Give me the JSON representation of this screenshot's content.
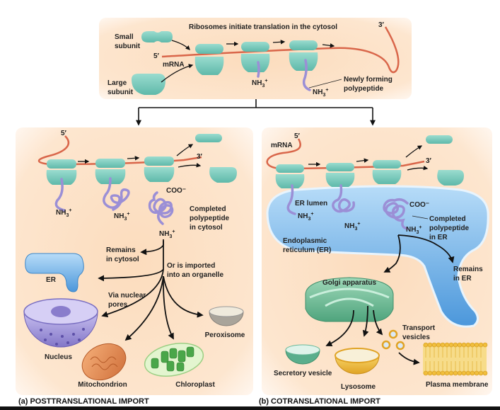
{
  "colors": {
    "panel_bg": "#fde6cf",
    "ribosome": "#7fcfc4",
    "ribosome_dark": "#4fae9f",
    "mrna": "#d9664a",
    "polypeptide": "#9b8fd6",
    "er_blue": "#5fa8e6",
    "er_light": "#a9d3f5",
    "golgi": "#5fb78f",
    "golgi_light": "#a5dcc0",
    "lysosome": "#f3c44a",
    "nucleus": "#9b8fd6",
    "mitochondrion": "#e9955a",
    "chloroplast": "#6fc36a",
    "peroxisome": "#a9a49a",
    "arrow": "#111111"
  },
  "top_panel": {
    "title": "Ribosomes initiate translation in the cytosol",
    "small_subunit": [
      "Small",
      "subunit"
    ],
    "large_subunit": [
      "Large",
      "subunit"
    ],
    "five_prime": "5′",
    "three_prime": "3′",
    "mrna": "mRNA",
    "nh3": "NH",
    "nh3_sub": "3",
    "nh3_sup": "+",
    "newly_forming": [
      "Newly forming",
      "polypeptide"
    ]
  },
  "panel_a": {
    "five_prime": "5′",
    "three_prime": "3′",
    "coo": "COO⁻",
    "completed": [
      "Completed",
      "polypeptide",
      "in cytosol"
    ],
    "remains": [
      "Remains",
      "in cytosol"
    ],
    "imported": [
      "Or is imported",
      "into an organelle"
    ],
    "er": "ER",
    "nuclear_pores": [
      "Via nuclear",
      "pores"
    ],
    "nucleus": "Nucleus",
    "mitochondrion": "Mitochondrion",
    "chloroplast": "Chloroplast",
    "peroxisome": "Peroxisome",
    "caption_prefix": "(a)",
    "caption": "POSTTRANSLATIONAL IMPORT"
  },
  "panel_b": {
    "five_prime": "5′",
    "three_prime": "3′",
    "mrna": "mRNA",
    "er_lumen": "ER lumen",
    "coo": "COO⁻",
    "completed": [
      "Completed",
      "polypeptide",
      "in ER"
    ],
    "er_name": [
      "Endoplasmic",
      "reticulum (ER)"
    ],
    "remains": [
      "Remains",
      "in ER"
    ],
    "golgi": "Golgi apparatus",
    "transport": [
      "Transport",
      "vesicles"
    ],
    "secretory": "Secretory vesicle",
    "lysosome": "Lysosome",
    "plasma": "Plasma membrane",
    "caption_prefix": "(b)",
    "caption": "COTRANSLATIONAL IMPORT"
  }
}
